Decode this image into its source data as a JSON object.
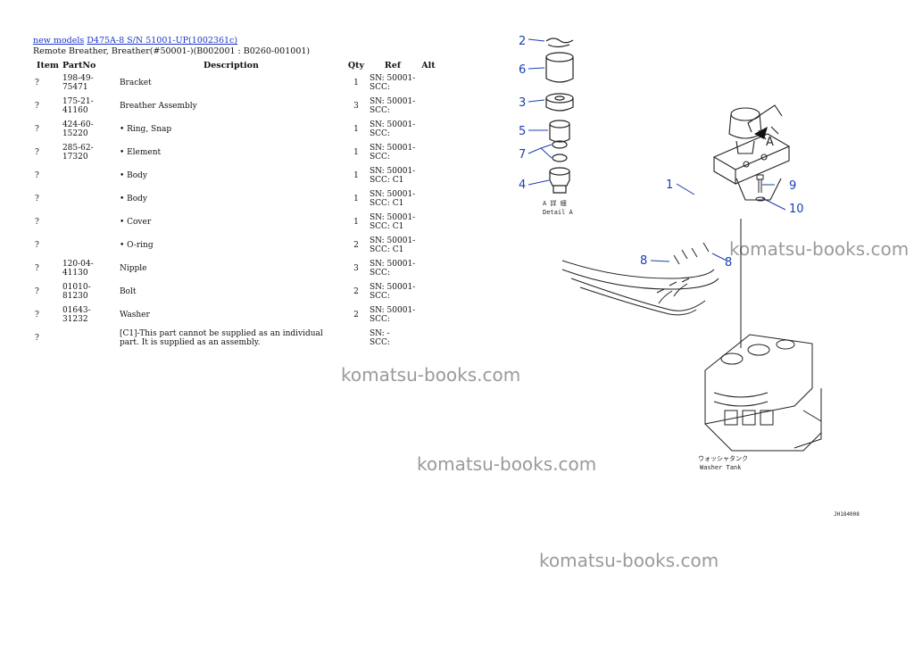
{
  "breadcrumb": {
    "link1": "new models",
    "link2": "D475A-8 S/N 51001-UP(1002361c)"
  },
  "subtitle": "Remote Breather, Breather(#50001-)(B002001 : B0260-001001)",
  "table": {
    "headers": {
      "item": "Item",
      "partno": "PartNo",
      "description": "Description",
      "qty": "Qty",
      "ref": "Ref",
      "alt": "Alt"
    },
    "rows": [
      {
        "item": "?",
        "partno": "198-49-75471",
        "description": "Bracket",
        "qty": "1",
        "ref1": "SN: 50001-",
        "ref2": "SCC:"
      },
      {
        "item": "?",
        "partno": "175-21-41160",
        "description": "Breather Assembly",
        "qty": "3",
        "ref1": "SN: 50001-",
        "ref2": "SCC:"
      },
      {
        "item": "?",
        "partno": "424-60-15220",
        "description": "• Ring, Snap",
        "qty": "1",
        "ref1": "SN: 50001-",
        "ref2": "SCC:"
      },
      {
        "item": "?",
        "partno": "285-62-17320",
        "description": "• Element",
        "qty": "1",
        "ref1": "SN: 50001-",
        "ref2": "SCC:"
      },
      {
        "item": "?",
        "partno": "",
        "description": "• Body",
        "qty": "1",
        "ref1": "SN: 50001-",
        "ref2": "SCC: C1"
      },
      {
        "item": "?",
        "partno": "",
        "description": "• Body",
        "qty": "1",
        "ref1": "SN: 50001-",
        "ref2": "SCC: C1"
      },
      {
        "item": "?",
        "partno": "",
        "description": "• Cover",
        "qty": "1",
        "ref1": "SN: 50001-",
        "ref2": "SCC: C1"
      },
      {
        "item": "?",
        "partno": "",
        "description": "• O-ring",
        "qty": "2",
        "ref1": "SN: 50001-",
        "ref2": "SCC: C1"
      },
      {
        "item": "?",
        "partno": "120-04-41130",
        "description": "Nipple",
        "qty": "3",
        "ref1": "SN: 50001-",
        "ref2": "SCC:"
      },
      {
        "item": "?",
        "partno": "01010-81230",
        "description": "Bolt",
        "qty": "2",
        "ref1": "SN: 50001-",
        "ref2": "SCC:"
      },
      {
        "item": "?",
        "partno": "01643-31232",
        "description": "Washer",
        "qty": "2",
        "ref1": "SN: 50001-",
        "ref2": "SCC:"
      },
      {
        "item": "?",
        "partno": "",
        "description": "[C1]-This part cannot be supplied as an individual part. It is supplied as an assembly.",
        "qty": "",
        "ref1": "SN: -",
        "ref2": "SCC:"
      }
    ]
  },
  "watermarks": [
    "komatsu-books.com",
    "komatsu-books.com",
    "komatsu-books.com",
    "komatsu-books.com"
  ],
  "figure": {
    "callouts": [
      "2",
      "6",
      "3",
      "5",
      "7",
      "4",
      "1",
      "9",
      "10",
      "8",
      "8",
      "A"
    ],
    "detail_label_jp": "A 詳 細",
    "detail_label": "Detail A",
    "tank_label_jp": "ウォッシャタンク",
    "tank_label": "Washer Tank",
    "fig_code": "JH184008"
  }
}
